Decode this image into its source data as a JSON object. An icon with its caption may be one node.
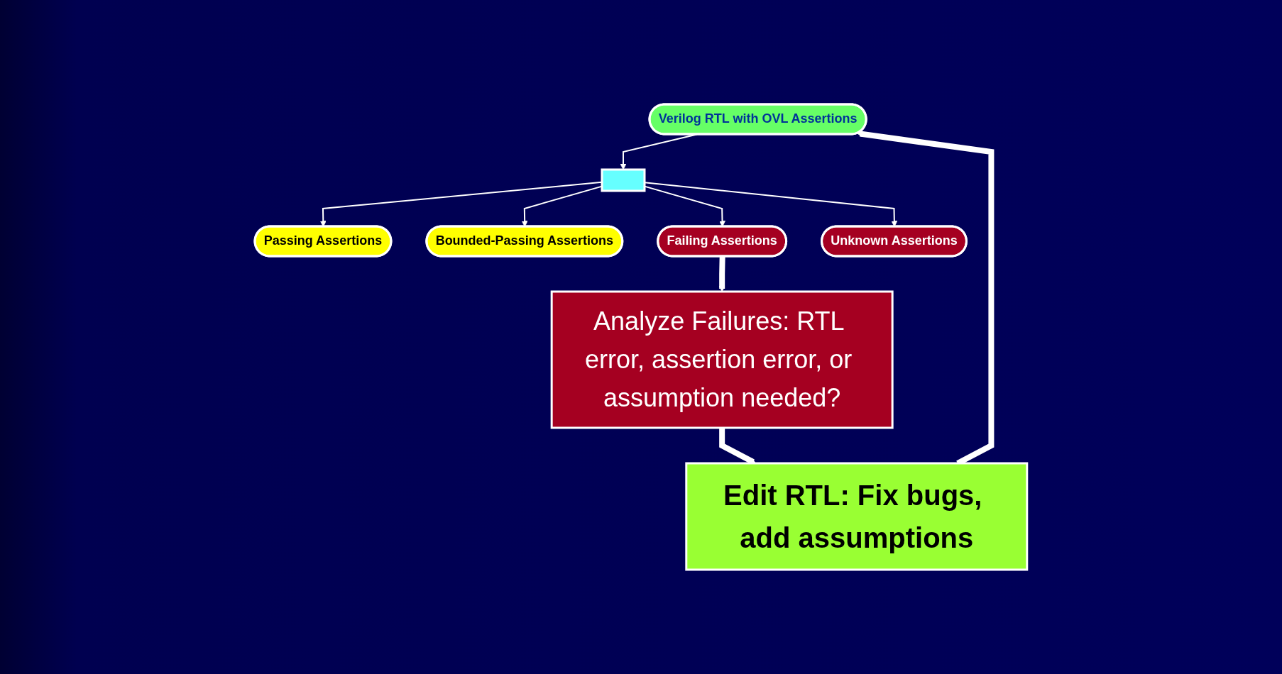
{
  "diagram": {
    "nodes": [
      {
        "text": [
          "Verilog RTL with OVL Assertions"
        ]
      },
      {
        "text": [],
        "shape": "box"
      },
      {
        "text": [
          "Passing Assertions"
        ]
      },
      {
        "text": [
          "Bounded-Passing Assertions"
        ]
      },
      {
        "text": [
          "Failing Assertions"
        ]
      },
      {
        "text": [
          "Unknown Assertions"
        ]
      },
      {
        "text": [
          "Edit RTL: Fix bugs, add assumptions"
        ]
      },
      {
        "text": [
          "Analyze Failures: RTL error, assertion error, or assumption needed?"
        ]
      }
    ],
    "edges": [
      {
        "from": 0,
        "to": 1,
        "arrow": "to"
      },
      {
        "from": 1,
        "to": 2,
        "arrow": "to"
      },
      {
        "from": 1,
        "to": 3,
        "arrow": "to"
      },
      {
        "from": 1,
        "to": 4,
        "arrow": "to"
      },
      {
        "from": 1,
        "to": 5,
        "arrow": "to"
      },
      {
        "from": 4,
        "to": 7,
        "arrow": "to",
        "style": "thick"
      },
      {
        "from": 7,
        "to": 6,
        "arrow": "to",
        "style": "thick"
      },
      {
        "from": 6,
        "to": 0,
        "arrow": "to",
        "style": "thick"
      }
    ]
  }
}
